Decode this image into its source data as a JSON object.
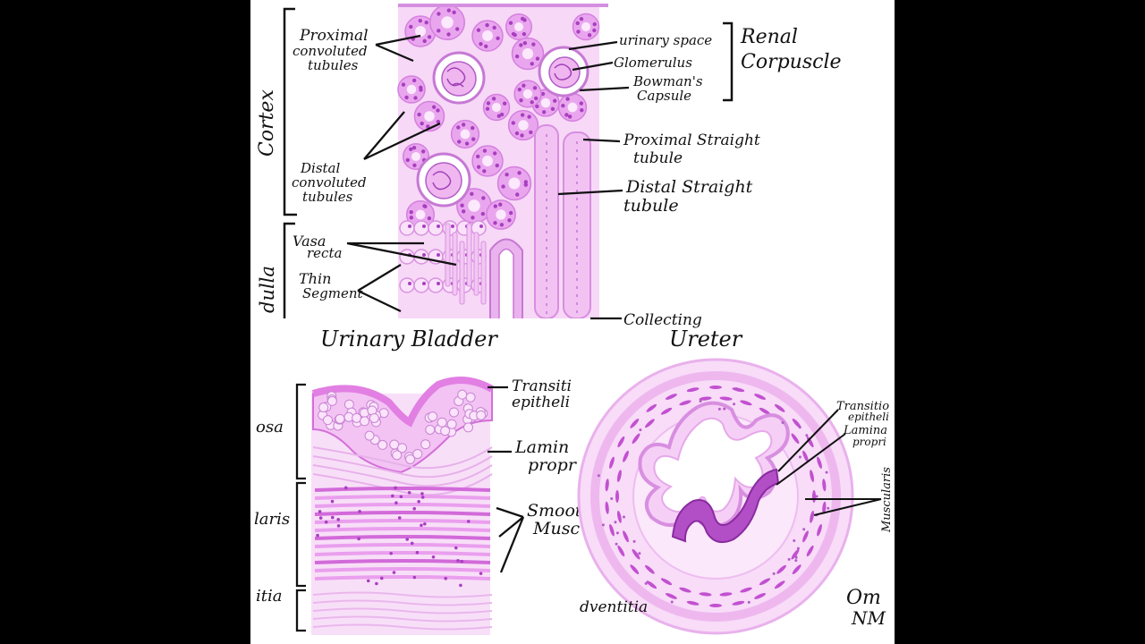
{
  "colors": {
    "background": "#000000",
    "panel": "#ffffff",
    "tissue_light": "#f3c9f3",
    "tissue_mid": "#e497ea",
    "nucleus": "#a72fbf",
    "ink": "#111111"
  },
  "kidney": {
    "regions": {
      "cortex": "Cortex",
      "medulla": "dulla"
    },
    "labels": {
      "proximal_convoluted": [
        "Proximal",
        "convoluted",
        "tubules"
      ],
      "distal_convoluted": [
        "Distal",
        "convoluted",
        "tubules"
      ],
      "urinary_space": "urinary space",
      "glomerulus": "Glomerulus",
      "bowmans_capsule": [
        "Bowman's",
        "Capsule"
      ],
      "renal_corpuscle": [
        "Renal",
        "Corpuscle"
      ],
      "proximal_straight": [
        "Proximal Straight",
        "tubule"
      ],
      "distal_straight": [
        "Distal Straight",
        "tubule"
      ],
      "vasa_recta": [
        "Vasa",
        "recta"
      ],
      "thin_segment": [
        "Thin",
        "Segment"
      ],
      "collecting": "Collecting"
    }
  },
  "bladder": {
    "title": "Urinary Bladder",
    "labels": {
      "transitional": [
        "Transiti",
        "epitheli"
      ],
      "lamina": [
        "Lamin",
        "propr"
      ],
      "smooth": [
        "Smoot",
        "Musc"
      ],
      "mucosa": "osa",
      "muscularis": "laris",
      "adventitia": "itia"
    }
  },
  "ureter": {
    "title": "Ureter",
    "labels": {
      "transitional": [
        "Transitio",
        "epitheli"
      ],
      "lamina": [
        "Lamina",
        "propri"
      ],
      "muscularis": "Muscularis",
      "adventitia": "dventitia"
    }
  },
  "signature": [
    "Om",
    "NM"
  ]
}
